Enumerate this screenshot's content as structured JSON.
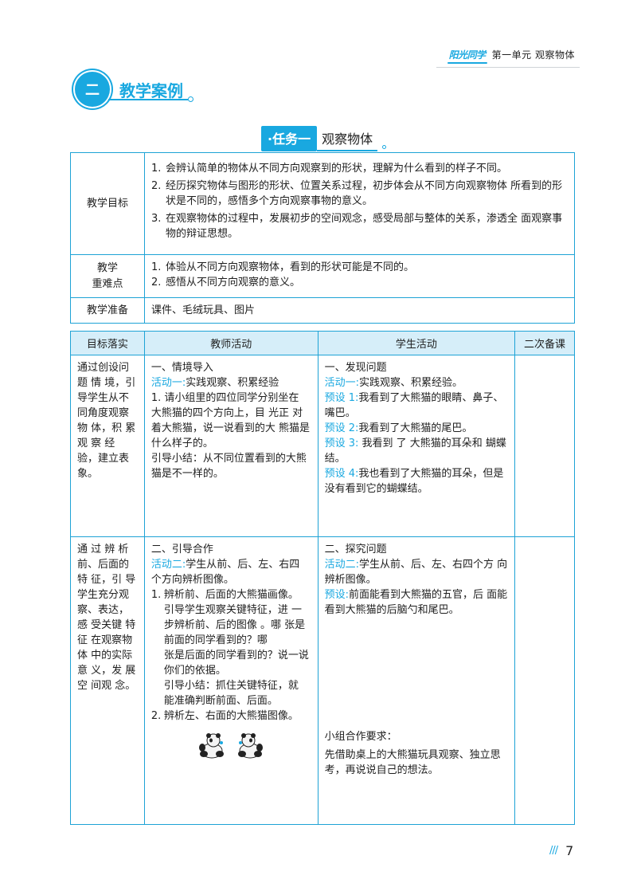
{
  "header": {
    "brand": "阳光同学",
    "unit": "第一单元  观察物体"
  },
  "section": {
    "number": "二",
    "title": "教学案例"
  },
  "task": {
    "tag": "·任务一",
    "name": "观察物体"
  },
  "info_table": {
    "rows": [
      {
        "label": "教学目标",
        "items": [
          {
            "num": "1.",
            "text": "会辨认简单的物体从不同方向观察到的形状，理解为什么看到的样子不同。"
          },
          {
            "num": "2.",
            "text": "经历探究物体与图形的形状、位置关系过程，初步体会从不同方向观察物体 所看到的形状是不同的，感悟多个方向观察事物的意义。"
          },
          {
            "num": "3.",
            "text": "在观察物体的过程中，发展初步的空间观念，感受局部与整体的关系，渗透全 面观察事物的辩证思想。"
          }
        ]
      },
      {
        "label_line1": "教学",
        "label_line2": "重难点",
        "items": [
          {
            "num": "1.",
            "text": "体验从不同方向观察物体，看到的形状可能是不同的。"
          },
          {
            "num": "2.",
            "text": "感悟从不同方向观察的意义。"
          }
        ]
      },
      {
        "label": "教学准备",
        "text": "课件、毛绒玩具、图片"
      }
    ]
  },
  "activity_table": {
    "headers": [
      "目标落实",
      "教师活动",
      "学生活动",
      "二次备课"
    ],
    "row1": {
      "goal": "通过创设问题 情 境，引导学生从不 同角度观察物 体，积 累 观 察 经 验，建立表象。",
      "teacher": {
        "heading": "一、情境导入",
        "activity_label": "活动一:",
        "activity_text": "实践观察、积累经验",
        "body": "1. 请小组里的四位同学分别坐在 大熊猫的四个方向上，目 光正 对着大熊猫，说一说看到的大 熊猫是什么样子的。",
        "summary": "引导小结：从不同位置看到的大熊猫是不一样的。"
      },
      "student": {
        "heading": "一、发现问题",
        "activity_label": "活动一:",
        "activity_text": "实践观察、积累经验。",
        "presets": [
          {
            "label": "预设 1:",
            "text": "我看到了大熊猫的眼睛、鼻子、嘴巴。"
          },
          {
            "label": "预设 2:",
            "text": "我看到了大熊猫的尾巴。"
          },
          {
            "label": "预设 3:",
            "text": " 我看到 了 大熊猫的耳朵和 蝴蝶结。"
          },
          {
            "label": "预设 4:",
            "text": "我也看到了大熊猫的耳朵，但是没有看到它的蝴蝶结。"
          }
        ]
      }
    },
    "row2": {
      "goal": "通 过 辨 析 前、后面的 特 征，引 导 学生充分观 察、表达， 感 受关键 特征 在观察物体 中的实际意 义，发 展 空 间观 念。",
      "teacher": {
        "heading": "二、引导合作",
        "activity_label": "活动二:",
        "activity_text": "学生从前、后、左、右四 个方向辨析图像。",
        "items": [
          {
            "num": "1.",
            "text": "辨析前、后面的大熊猫画像。 引导学生观察关键特征，进 一步辨析前、后的图像 。哪 张是前面的同学看到的？哪"
          },
          {
            "num": "",
            "text": "张是后面的同学看到的？说一说你们的依据。"
          },
          {
            "num": "",
            "text": "引导小结：抓住关键特征，就 能准确判断前面、后面。"
          },
          {
            "num": "2.",
            "text": "辨析左、右面的大熊猫图像。"
          }
        ]
      },
      "student": {
        "heading": "二、探究问题",
        "activity_label": "活动二:",
        "activity_text": "学生从前、后、左、右四个方 向辨析图像。",
        "preset_label": "预设:",
        "preset_text": "前面能看到大熊猫的五官，后 面能看到大熊猫的后脑勺和尾巴。",
        "group_title": "小组合作要求：",
        "group_text": "先借助桌上的大熊猫玩具观察、独立思考，再说说自己的想法。"
      }
    }
  },
  "footer": {
    "marks": "///",
    "page": "7"
  },
  "colors": {
    "accent": "#19a8e0",
    "border": "#1ea3d6",
    "header_fill": "#d6eef9"
  }
}
